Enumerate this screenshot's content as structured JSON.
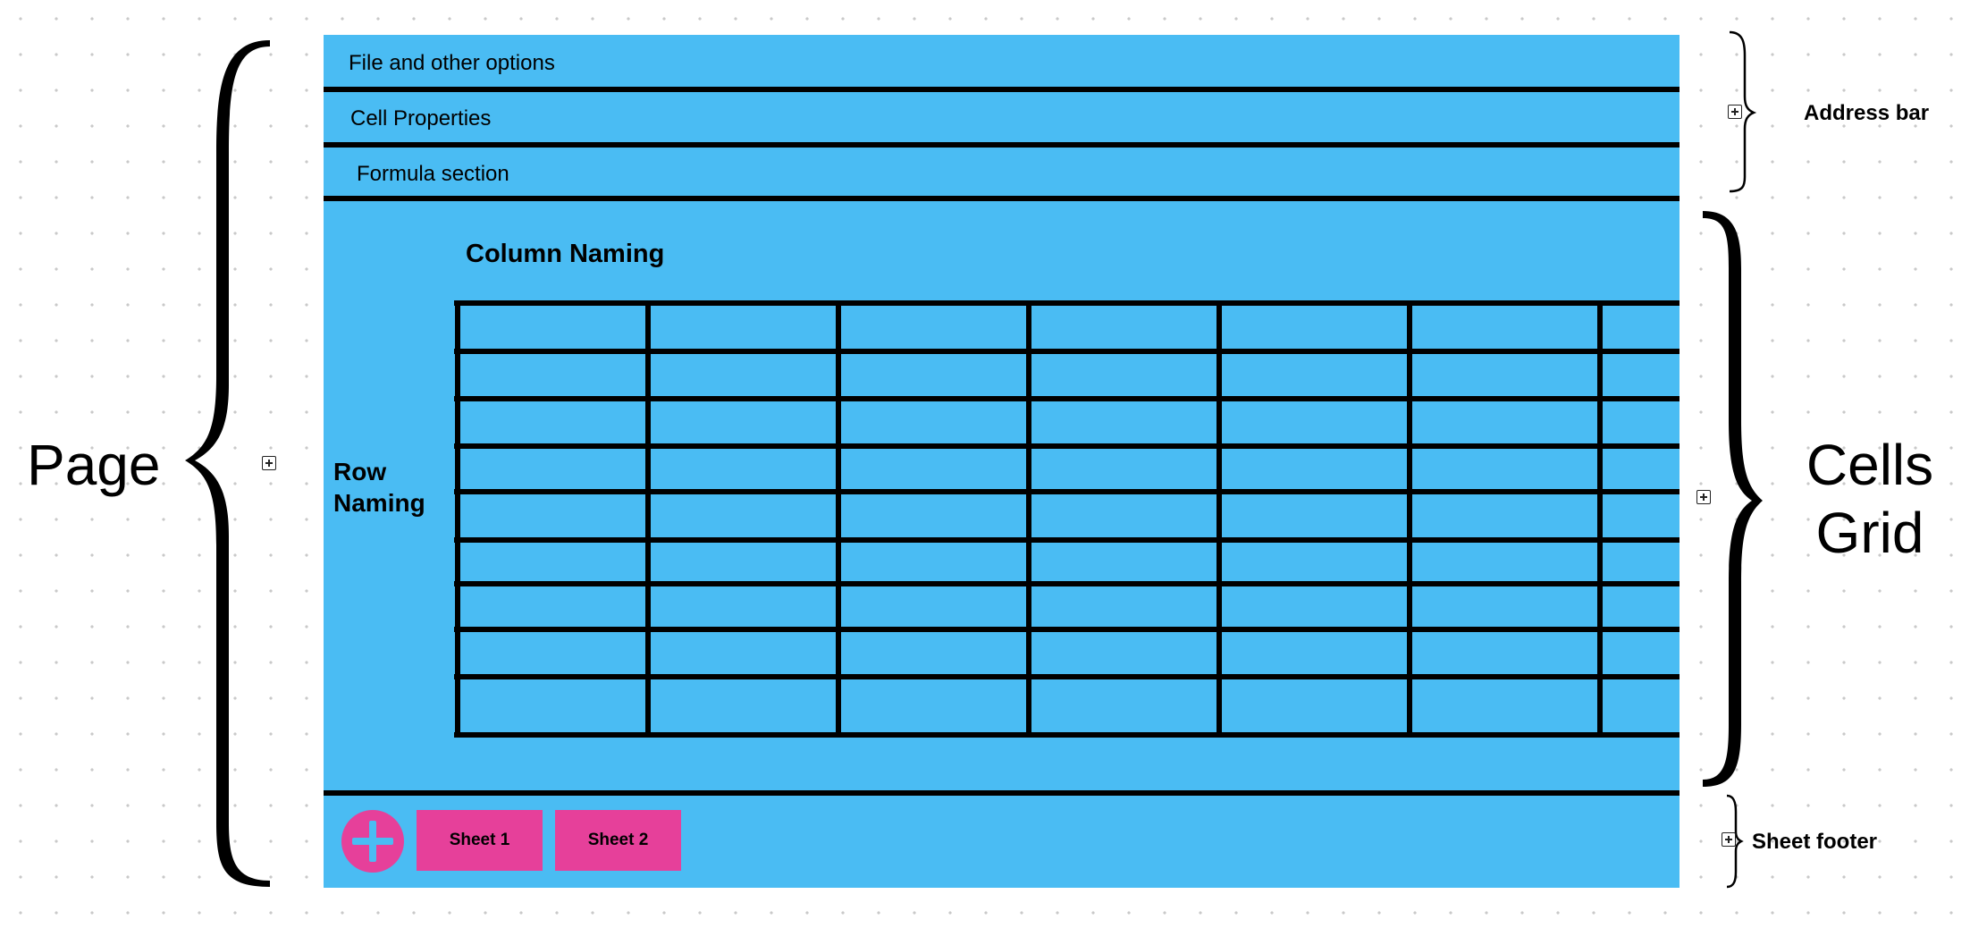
{
  "address_bar": {
    "file_options_label": "File and other options",
    "cell_properties_label": "Cell Properties",
    "formula_section_label": "Formula section"
  },
  "cells_grid": {
    "column_naming_label": "Column Naming",
    "row_naming_label": "Row\nNaming"
  },
  "sheet_footer": {
    "add_sheet_icon": "plus-icon",
    "tabs": [
      "Sheet 1",
      "Sheet 2"
    ]
  },
  "annotations": {
    "page": "Page",
    "address_bar": "Address bar",
    "cells_grid": "Cells\nGrid",
    "sheet_footer": "Sheet footer"
  },
  "colors": {
    "background": "#ffffff",
    "panel": "#4abcf3",
    "accent": "#e6409a",
    "lines": "#000000"
  }
}
